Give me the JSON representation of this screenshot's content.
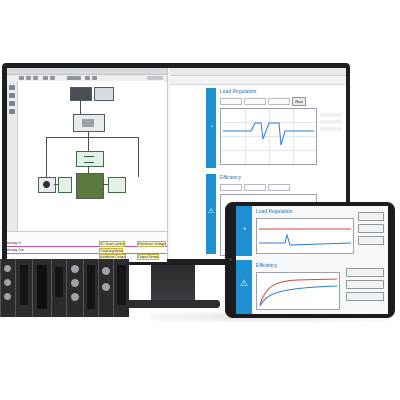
{
  "monitor": {
    "right_window": {
      "panel1_title": "Load Regulation",
      "panel2_title": "Efficiency",
      "run_button": "Run"
    }
  },
  "tablet": {
    "panel1_title": "Load Regulation",
    "panel2_title": "Efficiency"
  },
  "wiring": {
    "row1_label": "Analog In",
    "row2_label": "Analog Out",
    "callout1": "DC Dual Current",
    "callout2": "Trim/Deg/Meas",
    "callout3": "Additional Output",
    "callout4": "Reference Voltage",
    "callout5": "Output Sense"
  },
  "colors": {
    "accent_blue": "#1e8fd0",
    "plot_blue": "#2b7ad6",
    "plot_red": "#d9423a",
    "warning_yellow": "#f2c21b"
  },
  "icons": {
    "panel1": "gauge-icon",
    "panel2": "warning-icon"
  }
}
